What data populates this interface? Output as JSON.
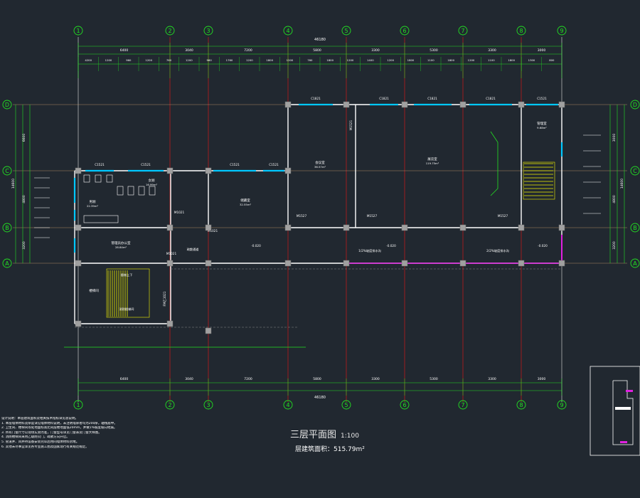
{
  "drawing": {
    "title": "三层平面图",
    "scale": "1:100",
    "floor_area": "层建筑面积：515.79m²"
  },
  "grid_axes": {
    "vertical": [
      "1",
      "2",
      "3",
      "4",
      "5",
      "6",
      "7",
      "8",
      "9"
    ],
    "horizontal": [
      "D",
      "C",
      "B",
      "A"
    ]
  },
  "dimensions": {
    "overall_top": "46180",
    "top_spans": [
      "6400",
      "3040",
      "7200",
      "5800",
      "3300",
      "5300",
      "3300",
      "3000"
    ],
    "bottom_spans": [
      "6400",
      "3040",
      "7200",
      "5800",
      "3300",
      "5300",
      "3300",
      "3000"
    ],
    "left_total": "14600",
    "left_spans": [
      "6600",
      "4800",
      "3200"
    ],
    "right_total": "14600",
    "right_spans": [
      "3000",
      "4800",
      "3200"
    ],
    "detail_top": [
      "4200",
      "1200",
      "960",
      "1200",
      "760",
      "1200",
      "960",
      "1760",
      "1200",
      "1800",
      "1200",
      "760",
      "1800",
      "1200",
      "1400",
      "1200",
      "1800",
      "1100",
      "1800",
      "1200",
      "1100",
      "1800",
      "1300",
      "800"
    ]
  },
  "window_labels": [
    "C1821",
    "C1821",
    "C1821",
    "C1821",
    "C1521",
    "C1521",
    "C1521",
    "C1521",
    "C1521"
  ],
  "door_labels": [
    "M1021",
    "M1521",
    "M1527",
    "M1527",
    "M1527",
    "M1021",
    "M1021",
    "FM乙1021"
  ],
  "rooms": [
    {
      "name": "男厕",
      "area": "22.39m²"
    },
    {
      "name": "女厕",
      "area": "16.99m²"
    },
    {
      "name": "储藏室",
      "area": "32.55m²"
    },
    {
      "name": "会议室",
      "area": "36.57m²"
    },
    {
      "name": "展览室",
      "area": "119.75m²"
    },
    {
      "name": "管理室",
      "area": "9.68m²"
    },
    {
      "name": "管理员办公室",
      "area": "28.84m²"
    },
    {
      "name": "楼梯间",
      "area": ""
    }
  ],
  "annotations": [
    "疏散通道",
    "楼梯上下",
    "消防楼梯间",
    "1/2%坡度排水沟",
    "2/2%坡度排水沟",
    "-0.020",
    "-0.020",
    "-0.020"
  ],
  "notes": [
    "设计说明：本层建筑面积及相关技术指标详见总说明。",
    "1. 本层墙体材料及厚度详见墙体材料说明，未注明墙厚者均为200厚，轴线居中。",
    "2. 卫生间、楼梯间等处地面标高比同层楼地面低20mm，并做1%坡度坡向地漏。",
    "3. 所有门窗尺寸以现场实测为准，门窗型号详见门窗表及门窗大样图。",
    "4. 消防楼梯间采用乙级防火门，疏散方向开启。",
    "5. 管道井、风井待设备安装完毕后用同墙体材料封堵。",
    "6. 其他未尽事宜详见各专业施工图及国家现行有关规范规定。"
  ],
  "colors": {
    "background": "#212830",
    "grid_line": "#d01818",
    "wall": "#ffffff",
    "window": "#00c8ff",
    "dimension": "#22e022",
    "column": "#a0a0a0",
    "stair": "#f0f000",
    "magenta": "#e020e0"
  }
}
